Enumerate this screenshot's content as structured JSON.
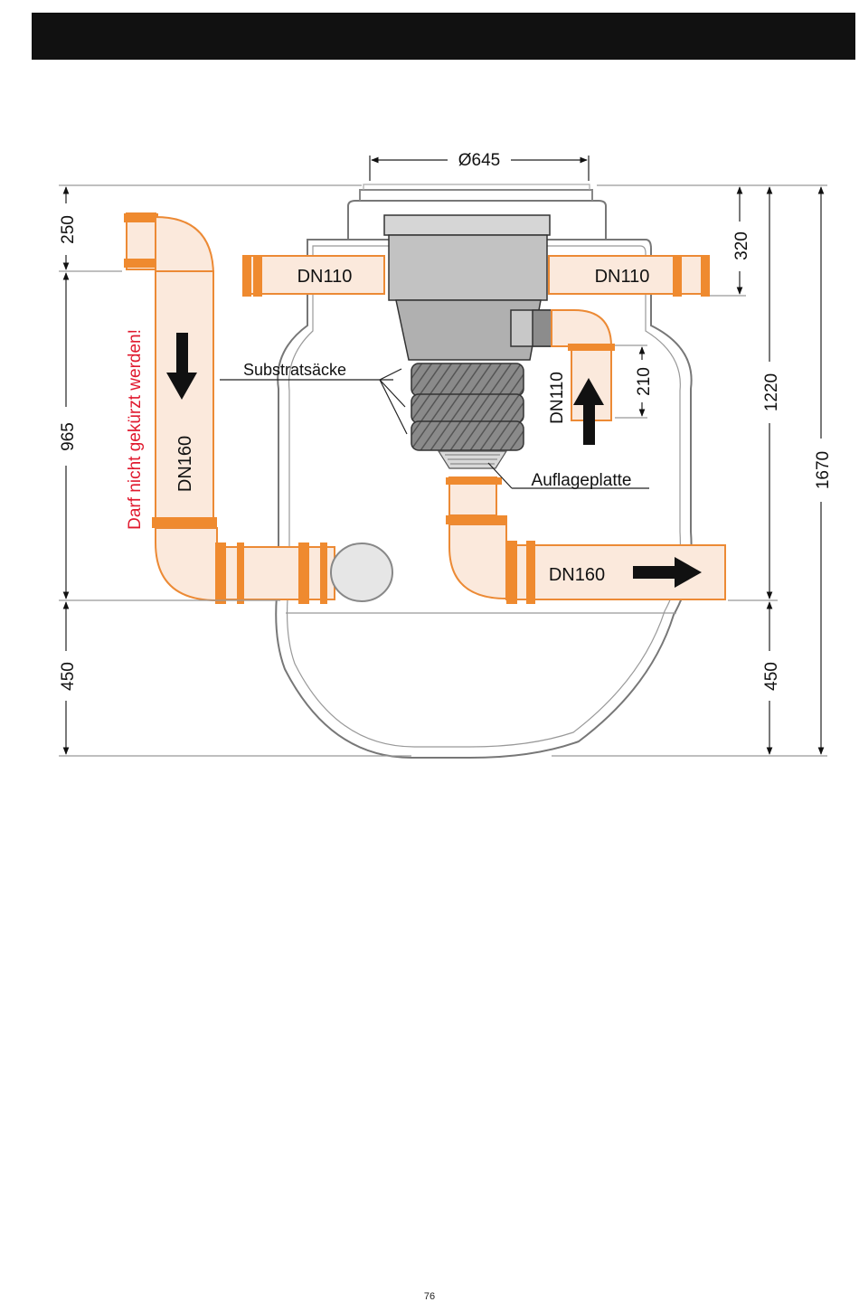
{
  "colors": {
    "header": "#111111",
    "pipe_fill": "#fbe9dc",
    "pipe_stroke": "#ec8a35",
    "pipe_ring": "#ef8a2f",
    "warning": "#e0192e",
    "tank_stroke": "#6f6f6f",
    "filter_body": "#b8b8b8",
    "substrate": "#7a7a7a"
  },
  "dimensions": {
    "top_diameter": "Ø645",
    "left_top": "250",
    "left_middle": "965",
    "left_bottom": "450",
    "right_top": "320",
    "right_inner": "210",
    "right_middle": "1220",
    "right_bottom": "450",
    "right_total": "1670"
  },
  "labels": {
    "inlet_left": "DN110",
    "inlet_right": "DN110",
    "substrate_bags": "Substratsäcke",
    "side_pipe": "DN110",
    "support_plate": "Auflageplatte",
    "down_pipe": "DN160",
    "outlet": "DN160",
    "warning": "Darf nicht gekürzt werden!"
  },
  "page_number": "76"
}
